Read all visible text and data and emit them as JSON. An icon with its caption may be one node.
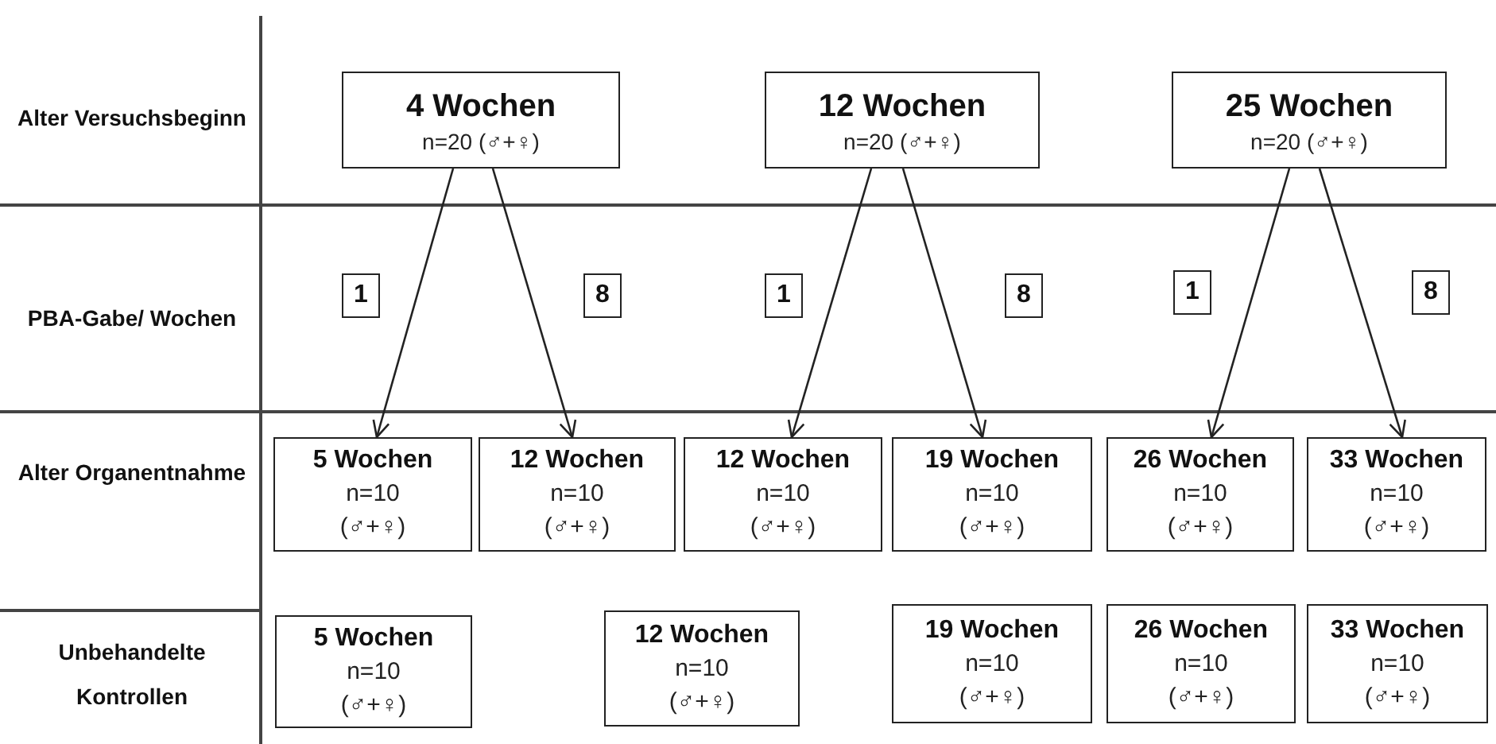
{
  "diagram": {
    "nodes": [
      {
        "text": [
          "4 Wochen",
          "n=20 (♂+♀)"
        ]
      },
      {
        "text": [
          "12 Wochen",
          "n=20 (♂+♀)"
        ]
      },
      {
        "text": [
          "25 Wochen",
          "n=20 (♂+♀)"
        ]
      },
      {
        "text": [
          "5 Wochen",
          "n=10 (♂+♀)"
        ]
      },
      {
        "text": [
          "12 Wochen",
          "n=10 (♂+♀)"
        ]
      },
      {
        "text": [
          "12 Wochen",
          "n=10 (♂+♀)"
        ]
      },
      {
        "text": [
          "19 Wochen",
          "n=10 (♂+♀)"
        ]
      },
      {
        "text": [
          "26 Wochen",
          "n=10 (♂+♀)"
        ]
      },
      {
        "text": [
          "33 Wochen",
          "n=10 (♂+♀)"
        ]
      },
      {
        "text": [
          "5 Wochen",
          "n=10 (♂+♀)"
        ]
      },
      {
        "text": [
          "12 Wochen",
          "n=10 (♂+♀)"
        ]
      },
      {
        "text": [
          "19 Wochen",
          "n=10 (♂+♀)"
        ]
      },
      {
        "text": [
          "26 Wochen",
          "n=10 (♂+♀)"
        ]
      },
      {
        "text": [
          "33 Wochen",
          "n=10 (♂+♀)"
        ]
      }
    ],
    "edges": [
      {
        "from": 0,
        "to": 3,
        "arrow": "to",
        "label": "1"
      },
      {
        "from": 0,
        "to": 4,
        "arrow": "to",
        "label": "8"
      },
      {
        "from": 1,
        "to": 5,
        "arrow": "to",
        "label": "1"
      },
      {
        "from": 1,
        "to": 6,
        "arrow": "to",
        "label": "8"
      },
      {
        "from": 2,
        "to": 7,
        "arrow": "to",
        "label": "1"
      },
      {
        "from": 2,
        "to": 8,
        "arrow": "to",
        "label": "8"
      }
    ],
    "labels": [
      "Alter Versuchsbeginn",
      "PBA-Gabe/ Wochen",
      "Alter Organentnahme",
      "Unbehandelte Kontrollen"
    ]
  }
}
